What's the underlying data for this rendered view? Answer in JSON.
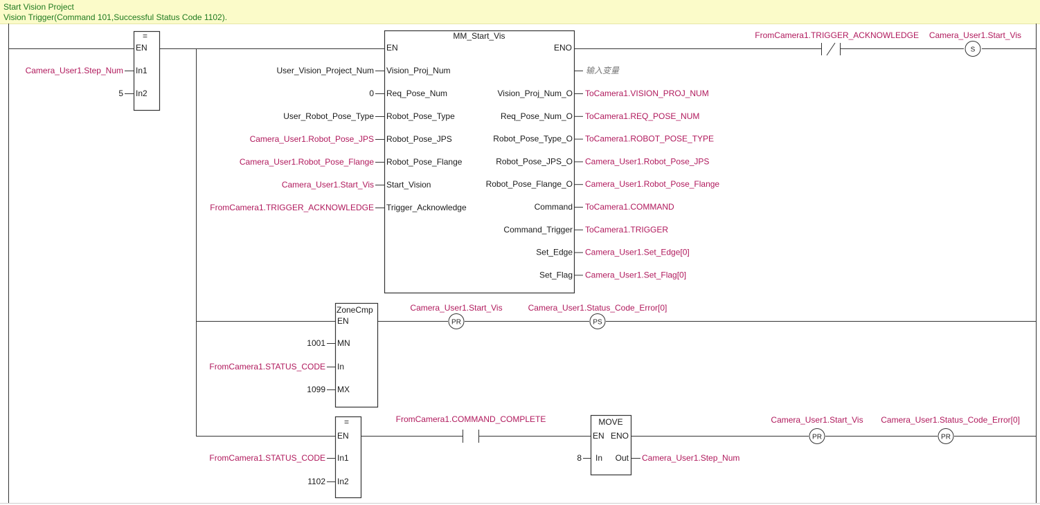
{
  "rung_comment": {
    "title": "Start Vision Project",
    "description": "Vision Trigger(Command 101,Successful Status Code 1102)."
  },
  "compare_eq_1": {
    "op": "=",
    "en": "EN",
    "in1_label": "In1",
    "in2_label": "In2",
    "in1_var": "Camera_User1.Step_Num",
    "in2_var": "5"
  },
  "mm_start_vis": {
    "title": "MM_Start_Vis",
    "en": "EN",
    "eno": "ENO",
    "inputs": [
      {
        "var": "User_Vision_Project_Num",
        "pin": "Vision_Proj_Num"
      },
      {
        "var": "0",
        "pin": "Req_Pose_Num"
      },
      {
        "var": "User_Robot_Pose_Type",
        "pin": "Robot_Pose_Type"
      },
      {
        "var": "Camera_User1.Robot_Pose_JPS",
        "pin": "Robot_Pose_JPS"
      },
      {
        "var": "Camera_User1.Robot_Pose_Flange",
        "pin": "Robot_Pose_Flange"
      },
      {
        "var": "Camera_User1.Start_Vis",
        "pin": "Start_Vision"
      },
      {
        "var": "FromCamera1.TRIGGER_ACKNOWLEDGE",
        "pin": "Trigger_Acknowledge"
      }
    ],
    "eno_hint": "输入变量",
    "outputs": [
      {
        "pin": "Vision_Proj_Num_O",
        "var": "ToCamera1.VISION_PROJ_NUM"
      },
      {
        "pin": "Req_Pose_Num_O",
        "var": "ToCamera1.REQ_POSE_NUM"
      },
      {
        "pin": "Robot_Pose_Type_O",
        "var": "ToCamera1.ROBOT_POSE_TYPE"
      },
      {
        "pin": "Robot_Pose_JPS_O",
        "var": "Camera_User1.Robot_Pose_JPS"
      },
      {
        "pin": "Robot_Pose_Flange_O",
        "var": "Camera_User1.Robot_Pose_Flange"
      },
      {
        "pin": "Command",
        "var": "ToCamera1.COMMAND"
      },
      {
        "pin": "Command_Trigger",
        "var": "ToCamera1.TRIGGER"
      },
      {
        "pin": "Set_Edge",
        "var": "Camera_User1.Set_Edge[0]"
      },
      {
        "pin": "Set_Flag",
        "var": "Camera_User1.Set_Flag[0]"
      }
    ]
  },
  "top_right": {
    "contact_var": "FromCamera1.TRIGGER_ACKNOWLEDGE",
    "coil_var": "Camera_User1.Start_Vis",
    "coil_type": "S"
  },
  "zonecmp": {
    "title": "ZoneCmp",
    "en": "EN",
    "mn_label": "MN",
    "in_label": "In",
    "mx_label": "MX",
    "mn_var": "1001",
    "in_var": "FromCamera1.STATUS_CODE",
    "mx_var": "1099",
    "coil1_var": "Camera_User1.Start_Vis",
    "coil1_type": "PR",
    "coil2_var": "Camera_User1.Status_Code_Error[0]",
    "coil2_type": "PS"
  },
  "compare_eq_2": {
    "op": "=",
    "en": "EN",
    "in1_label": "In1",
    "in2_label": "In2",
    "in1_var": "FromCamera1.STATUS_CODE",
    "in2_var": "1102",
    "contact_var": "FromCamera1.COMMAND_COMPLETE"
  },
  "move": {
    "title": "MOVE",
    "en": "EN",
    "eno": "ENO",
    "in_label": "In",
    "out_label": "Out",
    "in_var": "8",
    "out_var": "Camera_User1.Step_Num",
    "coil1_var": "Camera_User1.Start_Vis",
    "coil1_type": "PR",
    "coil2_var": "Camera_User1.Status_Code_Error[0]",
    "coil2_type": "PR"
  }
}
